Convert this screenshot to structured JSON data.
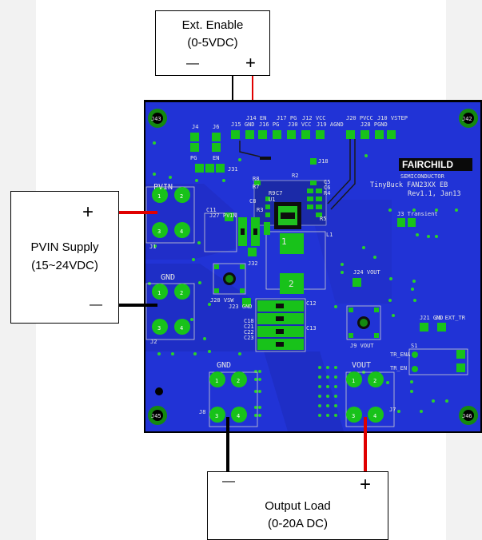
{
  "ext_enable": {
    "line1": "Ext. Enable",
    "line2": "(0-5VDC)",
    "minus": "—",
    "plus": "+"
  },
  "pvin_supply": {
    "line1": "PVIN Supply",
    "line2": "(15~24VDC)",
    "plus": "+",
    "minus": "—"
  },
  "output_load": {
    "line1": "Output Load",
    "line2": "(0-20A DC)",
    "minus": "—",
    "plus": "+"
  },
  "board": {
    "brand": "FAIRCHILD",
    "brand_sub": "SEMICONDUCTOR",
    "product": "TinyBuck FAN23XX EB",
    "revision": "Rev1.1, Jan13",
    "pvin_label": "PVIN",
    "gnd_left_label": "GND",
    "gnd_bottom_label": "GND",
    "vout_label": "VOUT",
    "corner_labels": [
      "J43",
      "J42",
      "J45",
      "J46"
    ],
    "header_labels": [
      "J15 GND",
      "J14 EN",
      "J16 PG",
      "J17 PG",
      "J30 VCC",
      "J12 VCC",
      "J19 AGND",
      "J20 PVCC",
      "J28 PGND",
      "J10 VSTEP"
    ],
    "connector_labels": [
      "J1",
      "J2",
      "J8",
      "J7"
    ],
    "misc_labels": [
      "J4",
      "J6",
      "PG",
      "EN",
      "J31",
      "J32",
      "J27 PVIN",
      "J3 Transient",
      "J24 VOUT",
      "J9 VOUT",
      "J28 VSW",
      "J23 GND",
      "J21 GND",
      "J5 EXT_TR",
      "S1",
      "TR_ENA",
      "TR_EN",
      "U1",
      "L1",
      "C11",
      "C12",
      "C13",
      "C18",
      "C21",
      "C22",
      "C23",
      "R8",
      "R7",
      "R9",
      "R2",
      "R3",
      "R4",
      "R5",
      "C5",
      "C6",
      "C7",
      "C8",
      "J18"
    ],
    "pad_numbers": [
      "1",
      "2",
      "3",
      "4"
    ]
  }
}
